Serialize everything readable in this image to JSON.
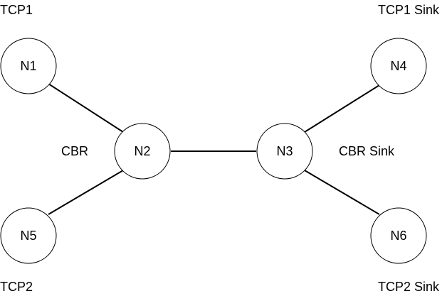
{
  "nodes": [
    {
      "id": "n1",
      "label": "N1"
    },
    {
      "id": "n2",
      "label": "N2"
    },
    {
      "id": "n3",
      "label": "N3"
    },
    {
      "id": "n4",
      "label": "N4"
    },
    {
      "id": "n5",
      "label": "N5"
    },
    {
      "id": "n6",
      "label": "N6"
    }
  ],
  "edges": [
    {
      "from": "n1",
      "to": "n2"
    },
    {
      "from": "n5",
      "to": "n2"
    },
    {
      "from": "n2",
      "to": "n3"
    },
    {
      "from": "n3",
      "to": "n4"
    },
    {
      "from": "n3",
      "to": "n6"
    }
  ],
  "labels": {
    "tcp1": "TCP1",
    "tcp1_sink": "TCP1 Sink",
    "cbr": "CBR",
    "cbr_sink": "CBR Sink",
    "tcp2": "TCP2",
    "tcp2_sink": "TCP2 Sink"
  },
  "colors": {
    "stroke": "#000000",
    "node_fill": "#ffffff",
    "background": "#ffffff"
  }
}
